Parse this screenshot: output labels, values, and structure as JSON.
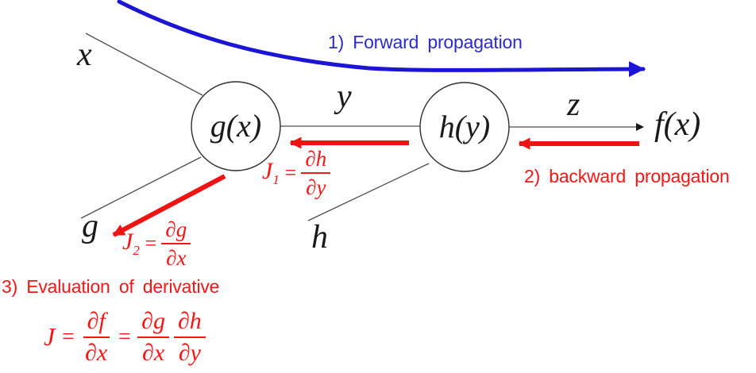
{
  "colors": {
    "blue-arrow": "#1c15d6",
    "blue-text": "#2b2bc8",
    "red": "#ee1414",
    "red-text": "#f51616",
    "ink": "#1a1a1a",
    "line": "#4d4d4d"
  },
  "captions": {
    "forward": "1) Forward propagation",
    "backward": "2) backward propagation",
    "evaluation": "3) Evaluation of derivative"
  },
  "nodes": {
    "g": {
      "label": "g(x)"
    },
    "h": {
      "label": "h(y)"
    }
  },
  "labels": {
    "x": "x",
    "y": "y",
    "z": "z",
    "fx": "f(x)",
    "g": "g",
    "h": "h"
  },
  "equations": {
    "j1": {
      "lhs": "J",
      "sub": "1",
      "eq": "=",
      "frac": {
        "num": "∂h",
        "den": "∂y"
      }
    },
    "j2": {
      "lhs": "J",
      "sub": "2",
      "eq": "=",
      "frac": {
        "num": "∂g",
        "den": "∂x"
      }
    },
    "chain": {
      "lhs": "J",
      "eq1": "=",
      "frac1": {
        "num": "∂f",
        "den": "∂x"
      },
      "eq2": "=",
      "frac2": {
        "num": "∂g",
        "den": "∂x"
      },
      "frac3": {
        "num": "∂h",
        "den": "∂y"
      }
    }
  }
}
